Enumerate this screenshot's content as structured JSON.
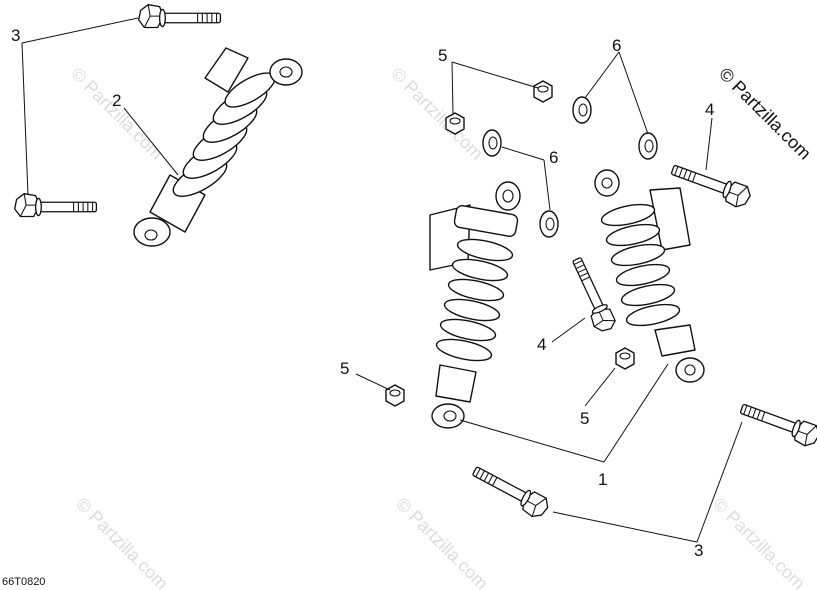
{
  "diagram": {
    "callouts": [
      "3",
      "2",
      "5",
      "6",
      "6",
      "4",
      "4",
      "5",
      "5",
      "1",
      "3"
    ],
    "copyright": "© Partzilla.com",
    "watermark": "© Partzilla.com",
    "diagram_code": "66T0820"
  }
}
